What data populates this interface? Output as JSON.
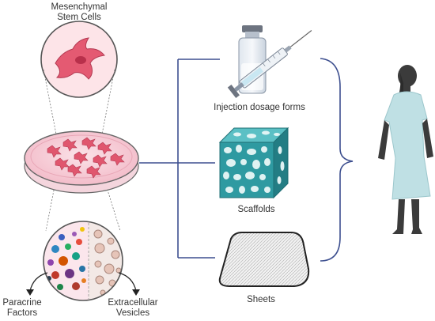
{
  "labels": {
    "msc_line1": "Mesenchymal",
    "msc_line2": "Stem Cells",
    "injection": "Injection dosage forms",
    "scaffolds": "Scaffolds",
    "sheets": "Sheets",
    "paracrine_line1": "Paracrine",
    "paracrine_line2": "Factors",
    "ev_line1": "Extracellular",
    "ev_line2": "Vesicles"
  },
  "icons": {
    "stem_cell": "mesenchymal-stem-cell",
    "dish": "petri-dish",
    "secretome": "secretome-circle",
    "injection": "vial-and-syringe",
    "scaffold": "porous-scaffold-cube",
    "sheet": "cell-sheet",
    "patient": "patient-in-gown"
  },
  "colors": {
    "connector": "#3d4f8f",
    "scaffold": "#2e8e95",
    "gown": "#bfe0e4",
    "dish": "#f5c9d3",
    "cell": "#e0566e"
  }
}
